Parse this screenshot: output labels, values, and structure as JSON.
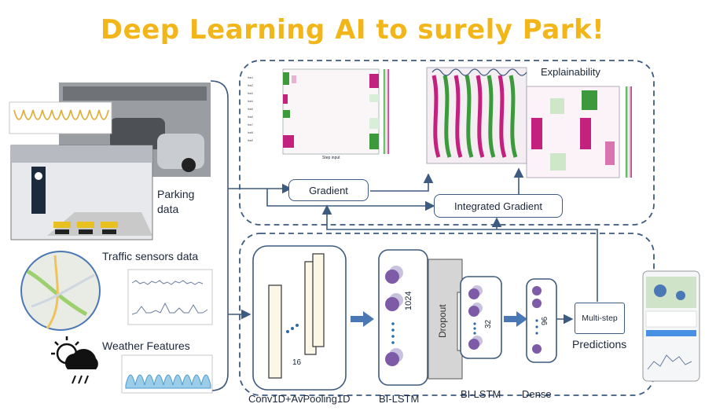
{
  "title": "Deep Learning AI to surely Park!",
  "explainability_label": "Explainability",
  "heatmap_small_xlabel": "Step input",
  "inputs": {
    "parking": "Parking\ndata",
    "traffic": "Traffic sensors data",
    "weather": "Weather Features"
  },
  "methods": {
    "gradient": "Gradient",
    "integrated_gradient": "Integrated Gradient"
  },
  "model": {
    "conv_num": "16",
    "bilstm1_units": "1024",
    "dropout": "Dropout",
    "bilstm2_units": "32",
    "dense_units": "96",
    "multistep": "Multi-step",
    "predictions": "Predictions"
  },
  "bottom_labels": {
    "conv": "Conv1D+AvPooling1D",
    "bilstm1": "BI-LSTM",
    "bilstm2": "BI-LSTM",
    "dense": "Dense"
  },
  "colors": {
    "title": "#f2b61a",
    "line": "#3d5a80",
    "arrow": "#4a78b5",
    "node": "#7d5ba6",
    "node_light": "#c9c2de",
    "heat_pink": "#c2227d",
    "heat_green": "#3c9a3c"
  },
  "icons": [
    "weather-cloud-sun-rain-icon",
    "map-icon",
    "phone-app-icon"
  ]
}
